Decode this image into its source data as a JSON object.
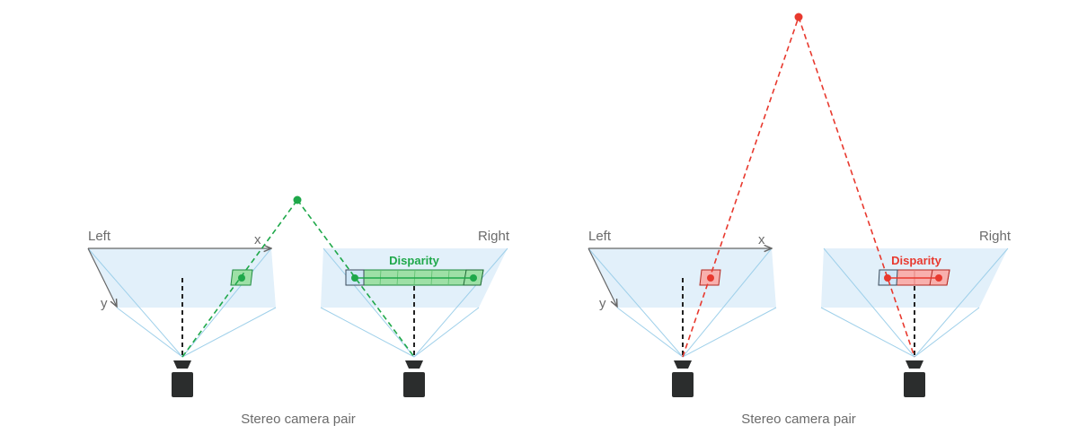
{
  "panels": [
    {
      "id": "near",
      "left_label": "Left",
      "right_label": "Right",
      "x_axis_label": "x",
      "y_axis_label": "y",
      "disparity_label": "Disparity",
      "caption": "Stereo camera pair",
      "color": "#1fa84a",
      "fill": "#9ee0a6"
    },
    {
      "id": "far",
      "left_label": "Left",
      "right_label": "Right",
      "x_axis_label": "x",
      "y_axis_label": "y",
      "disparity_label": "Disparity",
      "caption": "Stereo camera pair",
      "color": "#e8392e",
      "fill": "#f8b0ad"
    }
  ]
}
